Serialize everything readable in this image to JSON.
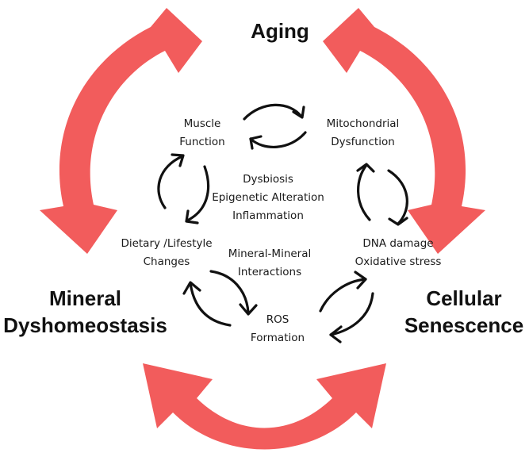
{
  "colors": {
    "big_arrow": "#f25c5c",
    "small_arrow": "#111111",
    "text": "#1a1a1a"
  },
  "corners": {
    "aging": "Aging",
    "mineral_line1": "Mineral",
    "mineral_line2": "Dyshomeostasis",
    "cellular_line1": "Cellular",
    "cellular_line2": "Senescence"
  },
  "nodes": {
    "muscle_line1": "Muscle",
    "muscle_line2": "Function",
    "mito_line1": "Mitochondrial",
    "mito_line2": "Dysfunction",
    "dna_line1": "DNA damage",
    "dna_line2": "Oxidative stress",
    "ros_line1": "ROS",
    "ros_line2": "Formation",
    "diet_line1": "Dietary /Lifestyle",
    "diet_line2": "Changes"
  },
  "center": {
    "line1": "Dysbiosis",
    "line2": "Epigenetic Alteration",
    "line3": "Inflammation",
    "interactions_line1": "Mineral-Mineral",
    "interactions_line2": "Interactions"
  },
  "icons": {
    "big_arrows": "double-headed-curved-arrow",
    "small_arrows": "curved-cycle-arrow"
  }
}
